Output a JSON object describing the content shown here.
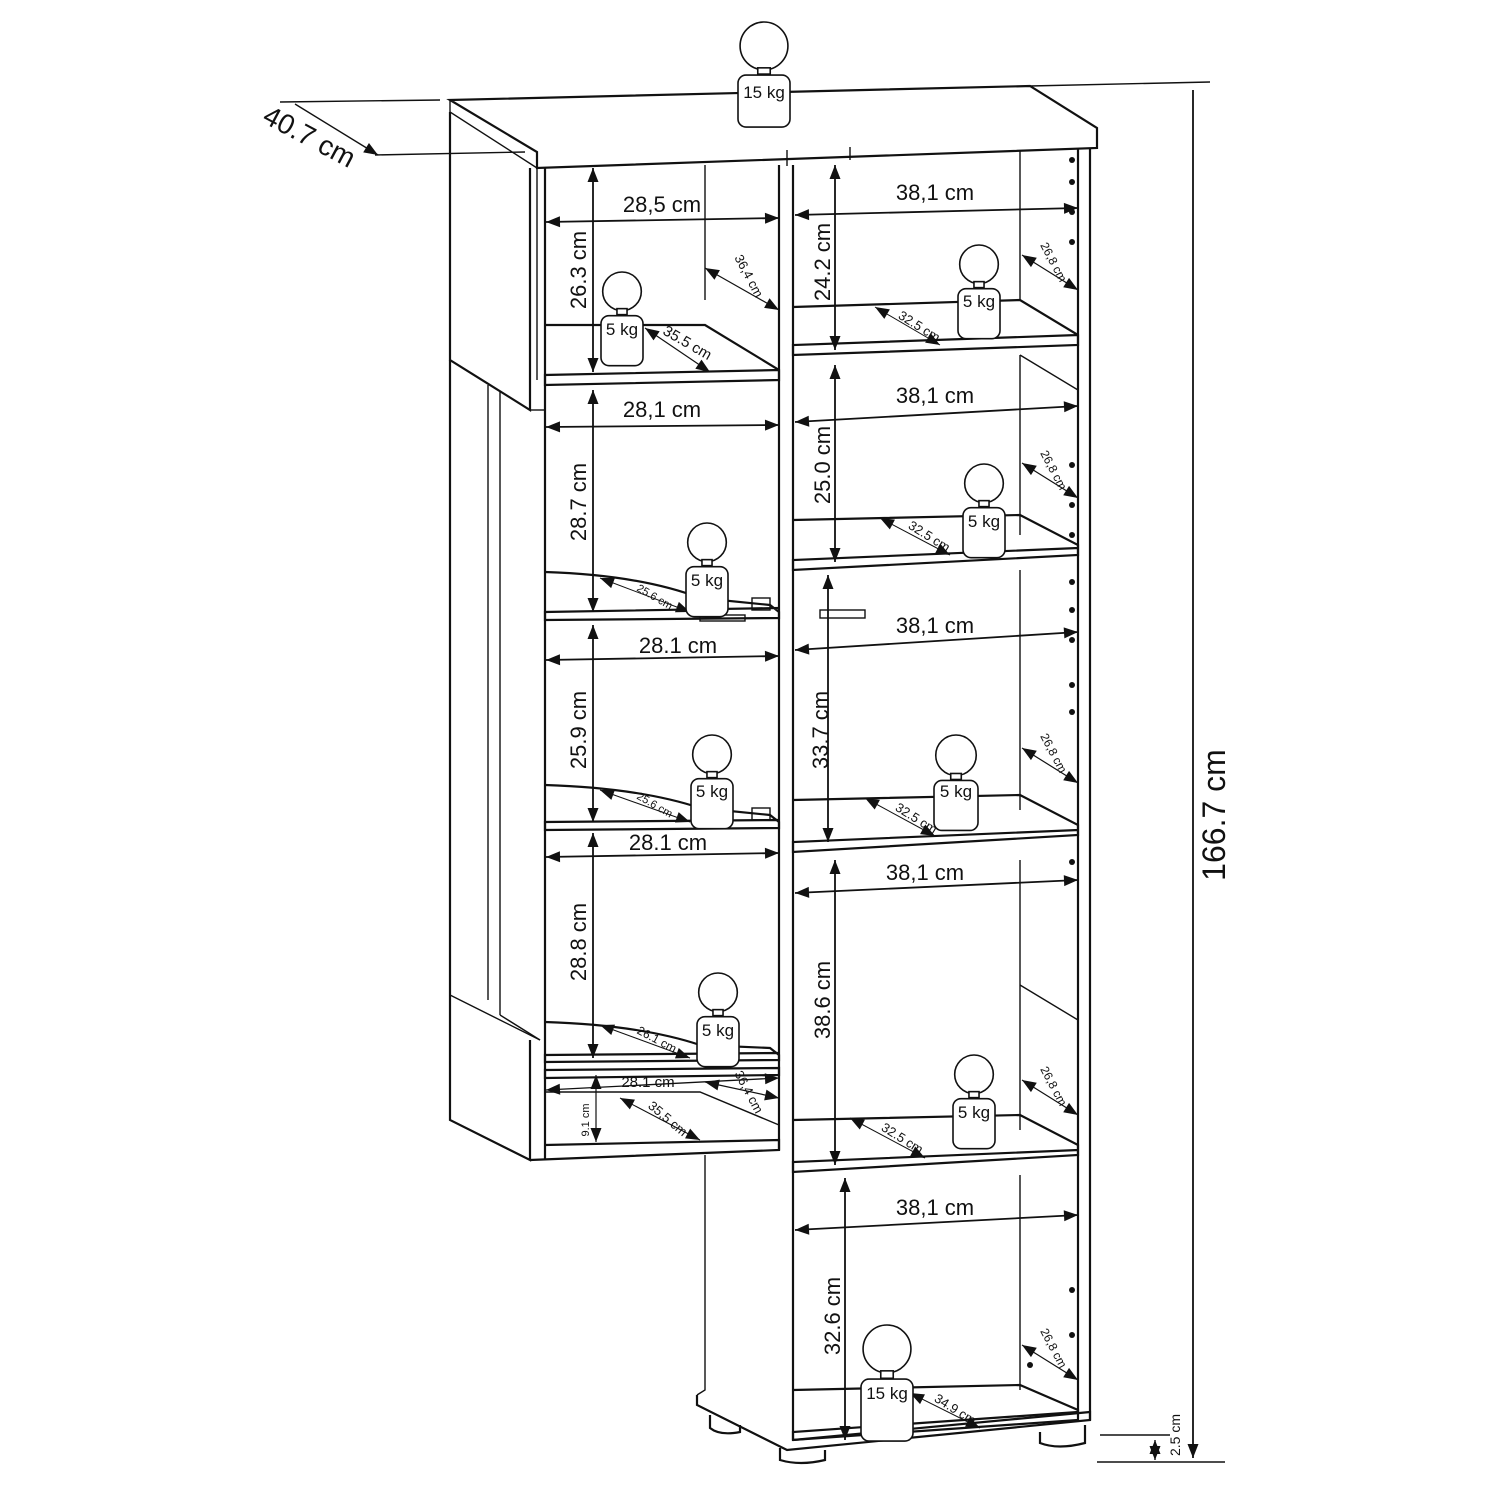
{
  "dimensions": {
    "overall_height": "166.7 cm",
    "overall_depth": "40.7 cm",
    "foot_height": "2.5 cm",
    "left_column": {
      "widths": [
        "28,5 cm",
        "28,1 cm",
        "28.1 cm",
        "28.1 cm",
        "28.1 cm"
      ],
      "heights": [
        "26.3 cm",
        "28.7 cm",
        "25.9 cm",
        "28.8 cm",
        "9.1 cm"
      ],
      "depths": [
        "36,4 cm",
        "35.5 cm",
        "25.6 cm",
        "25.6 cm",
        "26.1 cm",
        "36,4 cm",
        "35,5 cm"
      ]
    },
    "right_column": {
      "widths": [
        "38,1 cm",
        "38,1 cm",
        "38,1 cm",
        "38,1 cm",
        "38,1 cm"
      ],
      "heights": [
        "24.2 cm",
        "25.0 cm",
        "33.7 cm",
        "38.6 cm",
        "32.6 cm"
      ],
      "side_depths": [
        "26,8 cm",
        "26,8 cm",
        "26,8 cm",
        "26,8 cm",
        "26,8 cm"
      ],
      "shelf_depths": [
        "32.5 cm",
        "32.5 cm",
        "32.5 cm",
        "32.5 cm",
        "34.9 cm"
      ]
    }
  },
  "loads": {
    "top": "15 kg",
    "left_shelf": "5 kg",
    "right_shelf": "5 kg",
    "bottom": "15 kg"
  }
}
